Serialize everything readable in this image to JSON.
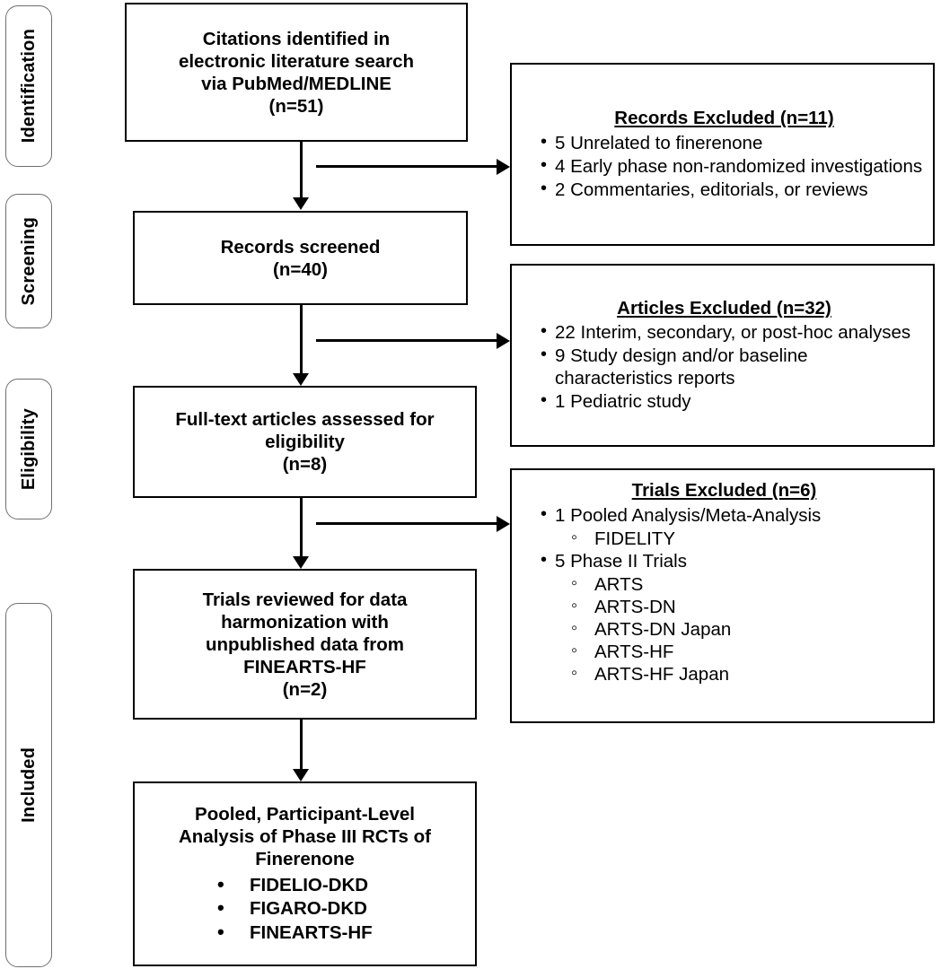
{
  "diagram": {
    "type": "prisma-flow-diagram",
    "stages": [
      {
        "id": "identification",
        "label": "Identification"
      },
      {
        "id": "screening",
        "label": "Screening"
      },
      {
        "id": "eligibility",
        "label": "Eligibility"
      },
      {
        "id": "included",
        "label": "Included"
      }
    ],
    "flow_boxes": [
      {
        "id": "citations-identified",
        "title": "Citations identified in\nelectronic literature search\nvia PubMed/MEDLINE\n(n=51)",
        "count": 51
      },
      {
        "id": "records-screened",
        "title": "Records screened\n(n=40)",
        "count": 40
      },
      {
        "id": "fulltext-assessed",
        "title": "Full-text articles assessed for\neligibility\n(n=8)",
        "count": 8
      },
      {
        "id": "trials-reviewed",
        "title": "Trials reviewed for data\nharmonization with\nunpublished data from\nFINEARTS-HF\n(n=2)",
        "count": 2
      }
    ],
    "final_box": {
      "id": "pooled-analysis",
      "title": "Pooled, Participant-Level\nAnalysis of Phase III RCTs of\nFinerenone",
      "trials": [
        "FIDELIO-DKD",
        "FIGARO-DKD",
        "FINEARTS-HF"
      ]
    },
    "exclusion_boxes": [
      {
        "id": "records-excluded",
        "heading": "Records Excluded (n=11)",
        "count": 11,
        "items": [
          {
            "text": "5 Unrelated to finerenone",
            "n": 5
          },
          {
            "text": "4 Early phase non-randomized investigations",
            "n": 4
          },
          {
            "text": "2 Commentaries, editorials, or reviews",
            "n": 2
          }
        ]
      },
      {
        "id": "articles-excluded",
        "heading": "Articles Excluded (n=32)",
        "count": 32,
        "items": [
          {
            "text": "22 Interim, secondary, or post-hoc analyses",
            "n": 22
          },
          {
            "text": "9 Study design and/or baseline characteristics reports",
            "n": 9
          },
          {
            "text": "1 Pediatric study",
            "n": 1
          }
        ]
      },
      {
        "id": "trials-excluded",
        "heading": "Trials Excluded (n=6)",
        "count": 6,
        "items": [
          {
            "text": "1 Pooled Analysis/Meta-Analysis",
            "n": 1,
            "sub": [
              "FIDELITY"
            ]
          },
          {
            "text": "5 Phase II Trials",
            "n": 5,
            "sub": [
              "ARTS",
              "ARTS-DN",
              "ARTS-DN Japan",
              "ARTS-HF",
              "ARTS-HF Japan"
            ]
          }
        ]
      }
    ],
    "colors": {
      "box_border": "#000000",
      "rail_border": "#6f6f6f",
      "background": "#ffffff",
      "text": "#000000"
    }
  }
}
